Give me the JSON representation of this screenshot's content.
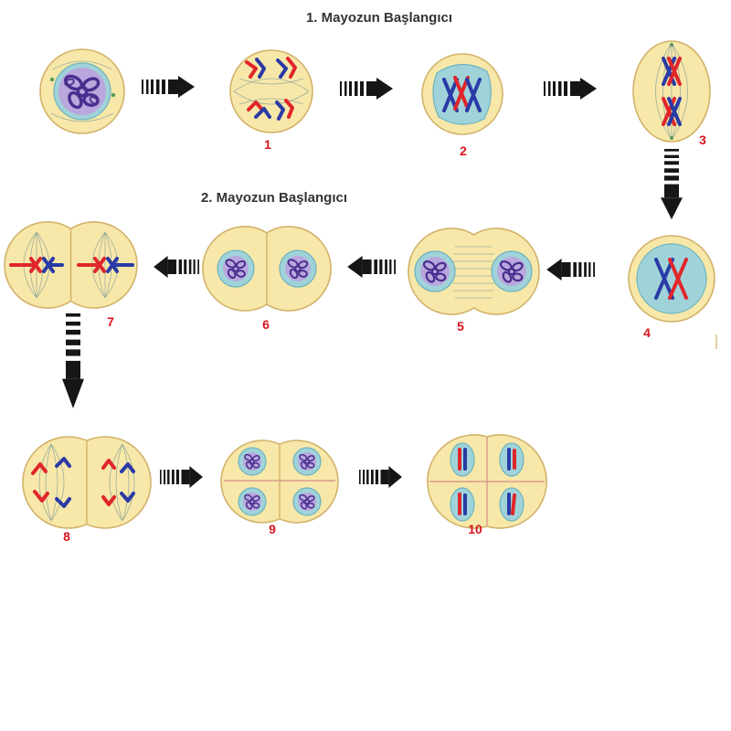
{
  "titles": {
    "meiosis_1": "1. Mayozun Başlangıcı",
    "meiosis_2": "2. Mayozun Başlangıcı"
  },
  "stages": [
    "1",
    "2",
    "3",
    "4",
    "5",
    "6",
    "7",
    "8",
    "9",
    "10"
  ],
  "colors": {
    "title": "#333333",
    "label": "#d7141d",
    "cell_fill": "#f7e8a9",
    "cell_border": "#d2b26a",
    "nucleus": "#9fd3d9",
    "nucleus_border": "#6fb3bd",
    "chromatin_bg": "#b9a7dd",
    "chromatin": "#4a2e8e",
    "spindle": "#8ea39c",
    "chromosome_red": "#e0262b",
    "chromosome_blue": "#2a3aa6",
    "divider": "#d99a8a",
    "centriole": "#5a9a5a",
    "arrow": "#161616"
  }
}
